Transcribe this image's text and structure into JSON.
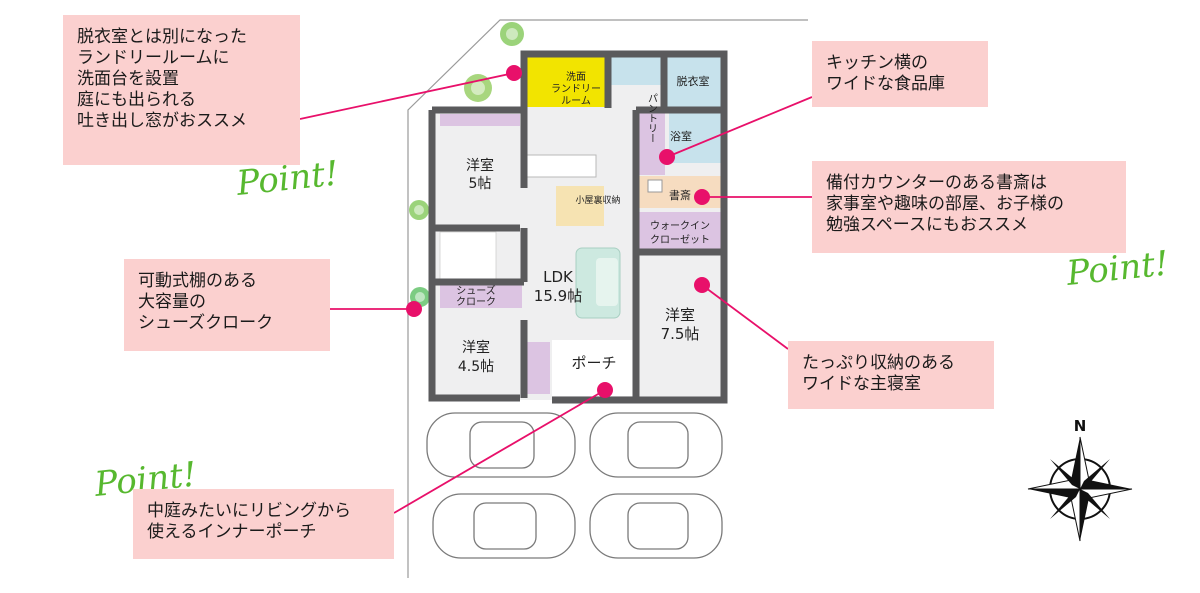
{
  "callouts": {
    "laundry": [
      "脱衣室とは別になった",
      "ランドリールームに",
      "洗面台を設置",
      "庭にも出られる",
      "吐き出し窓がおススメ"
    ],
    "pantry": [
      "キッチン横の",
      "ワイドな食品庫"
    ],
    "study": [
      "備付カウンターのある書斎は",
      "家事室や趣味の部屋、お子様の",
      "勉強スペースにもおススメ"
    ],
    "shoes": [
      "可動式棚のある",
      "大容量の",
      "シューズクローク"
    ],
    "bedroom": [
      "たっぷり収納のある",
      "ワイドな主寝室"
    ],
    "porch": [
      "中庭みたいにリビングから",
      "使えるインナーポーチ"
    ]
  },
  "point_label": "Point!",
  "rooms": {
    "laundry": [
      "洗面",
      "ランドリー",
      "ルーム"
    ],
    "dressing": "脱衣室",
    "pantry": "パントリー",
    "bath": "浴室",
    "study": "書斎",
    "attic": "小屋裏収納",
    "walkin": [
      "ウォークイン",
      "クローゼット"
    ],
    "western5": [
      "洋室",
      "5帖"
    ],
    "ldk": [
      "LDK",
      "15.9帖"
    ],
    "shoes": [
      "シューズ",
      "クローク"
    ],
    "western75": [
      "洋室",
      "7.5帖"
    ],
    "western45": [
      "洋室",
      "4.5帖"
    ],
    "porch": "ポーチ"
  },
  "compass_label": "N",
  "colors": {
    "callout_bg": "#fbd0cf",
    "marker": "#e8106a",
    "wall": "#5a5a5c",
    "floor": "#efeff0",
    "storage": "#dcc4e2",
    "laundry": "#f2e400",
    "wet": "#c7e2ec",
    "study": "#f6dcc0",
    "sofa": "#cde9e0",
    "table": "#f6e3b2",
    "point_green": "#57b82f"
  }
}
